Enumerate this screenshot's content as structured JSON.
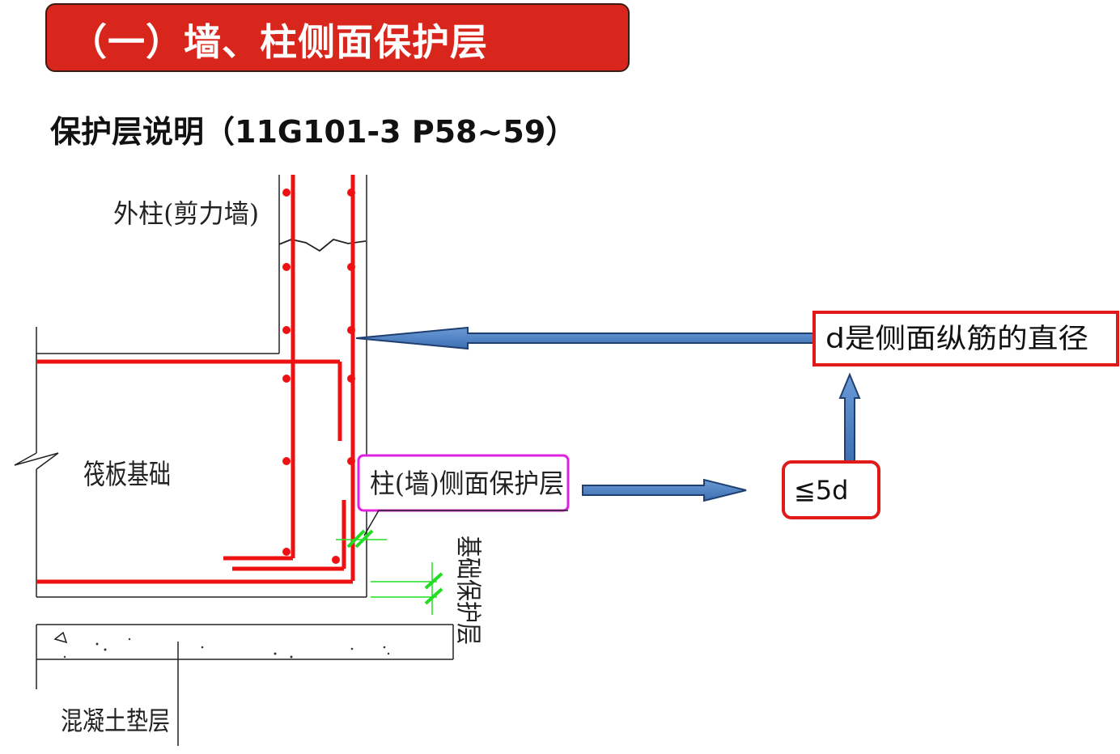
{
  "header": {
    "title": "（一）墙、柱侧面保护层",
    "subtitle": "保护层说明（11G101-3  P58~59）"
  },
  "diagram": {
    "labels": {
      "outer_column": "外柱(剪力墙)",
      "raft_foundation": "筏板基础",
      "concrete_cushion": "混凝土垫层",
      "foundation_cover": "基础保护层",
      "side_cover": "柱(墙)侧面保护层"
    },
    "callouts": {
      "diameter_note": "d是侧面纵筋的直径",
      "limit": "≦5d"
    }
  },
  "colors": {
    "banner": "#d9261c",
    "rebar": "#ee1111",
    "arrow_fill": "#4a7fc1",
    "arrow_stroke": "#1f3f70",
    "magenta_box": "#e020e0",
    "red_box": "#e01a1a",
    "dimension": "#22dd22"
  }
}
